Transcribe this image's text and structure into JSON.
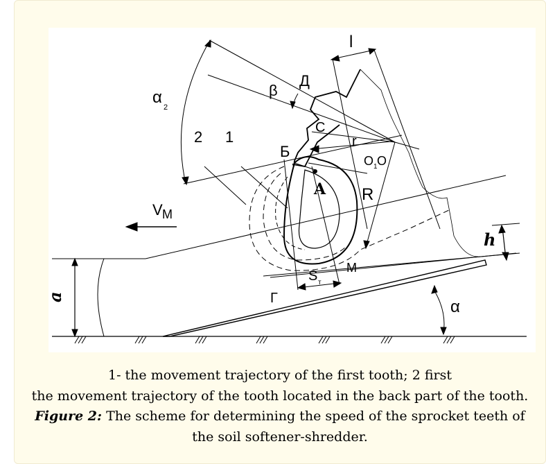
{
  "figure": {
    "labels": {
      "alpha2": "α",
      "alpha2_sub": "2",
      "beta": "β",
      "d": "Д",
      "c": "С",
      "b": "Б",
      "r": "r",
      "l": "l",
      "o1": "O",
      "o1_sub": "1",
      "o": "O",
      "a_point": "A",
      "R": "R",
      "traj1": "1",
      "traj2": "2",
      "vm_v": "V",
      "vm_sub": "M",
      "h": "h",
      "a": "a",
      "g_left": "Г",
      "s": "S",
      "s_sub": "т",
      "m": "M",
      "alpha": "α"
    }
  },
  "caption": {
    "line1": "1- the movement trajectory of the first tooth; 2 first",
    "line2": "the movement trajectory of the tooth located in the back part of the tooth.",
    "figure_label": "Figure 2:",
    "line3_rest": " The scheme for determining the speed of the sprocket teeth of",
    "line4": "the soil softener-shredder."
  }
}
